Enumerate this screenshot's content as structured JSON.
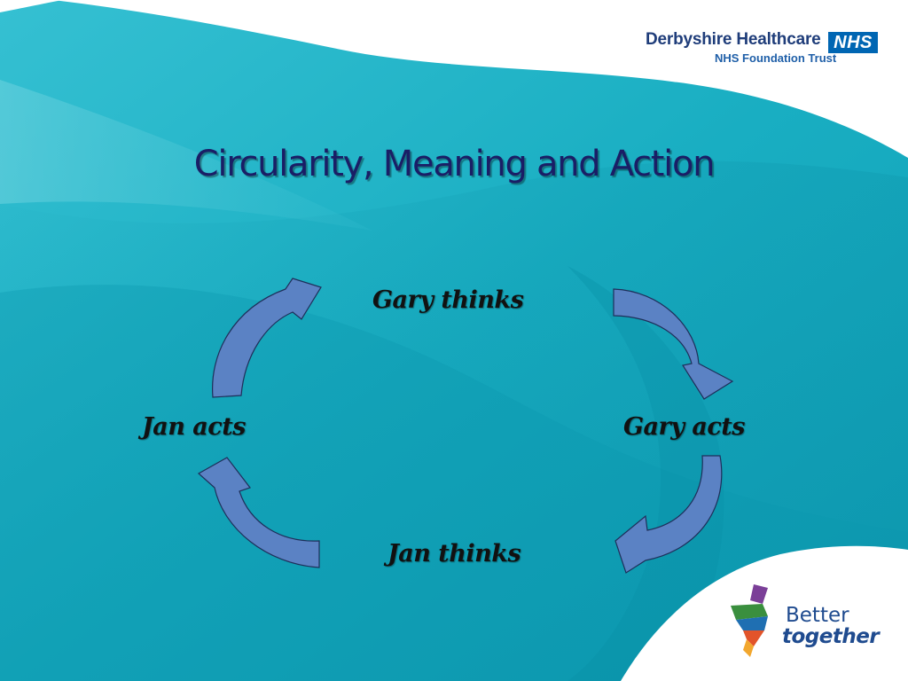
{
  "org": {
    "name": "Derbyshire Healthcare",
    "badge": "NHS",
    "subname": "NHS Foundation Trust"
  },
  "title": "Circularity, Meaning and Action",
  "diagram": {
    "nodes": {
      "gary_thinks": "Gary thinks",
      "gary_acts": "Gary acts",
      "jan_thinks": "Jan thinks",
      "jan_acts": "Jan acts"
    },
    "arrow_color": "#5b82c4",
    "arrow_outline": "#1e2f5a"
  },
  "brand": {
    "line1": "Better",
    "line2": "together"
  },
  "colors": {
    "background": "#1aaec4",
    "title": "#1a1e66",
    "org_text": "#1f3d7a",
    "nhs_blue": "#0066b3"
  }
}
